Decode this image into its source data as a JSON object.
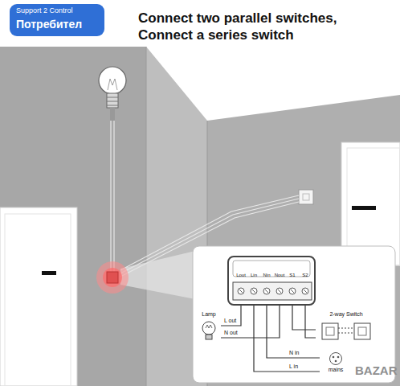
{
  "diagram": {
    "title": "Connect two parallel switches, Connect a series switch",
    "nodes": [
      {
        "text": [
          "Lout",
          "Lin",
          "Nin",
          "Nout",
          "S1",
          "S2"
        ]
      },
      {
        "text": [
          "Lamp"
        ]
      },
      {
        "text": [
          "2-way Switch"
        ]
      },
      {
        "text": [
          "mains"
        ]
      }
    ],
    "edges": [
      {
        "from": 0,
        "to": 1,
        "arrow": "none",
        "label": "L out"
      },
      {
        "from": 0,
        "to": 1,
        "arrow": "none",
        "label": "N out"
      },
      {
        "from": 0,
        "to": 3,
        "arrow": "none",
        "label": "N in"
      },
      {
        "from": 0,
        "to": 3,
        "arrow": "none",
        "label": "L in"
      },
      {
        "from": 0,
        "to": 2,
        "arrow": "none"
      },
      {
        "from": 0,
        "to": 2,
        "arrow": "none"
      }
    ],
    "labels": [
      "Support 2 Control",
      "Потребител",
      "BAZAR"
    ]
  }
}
